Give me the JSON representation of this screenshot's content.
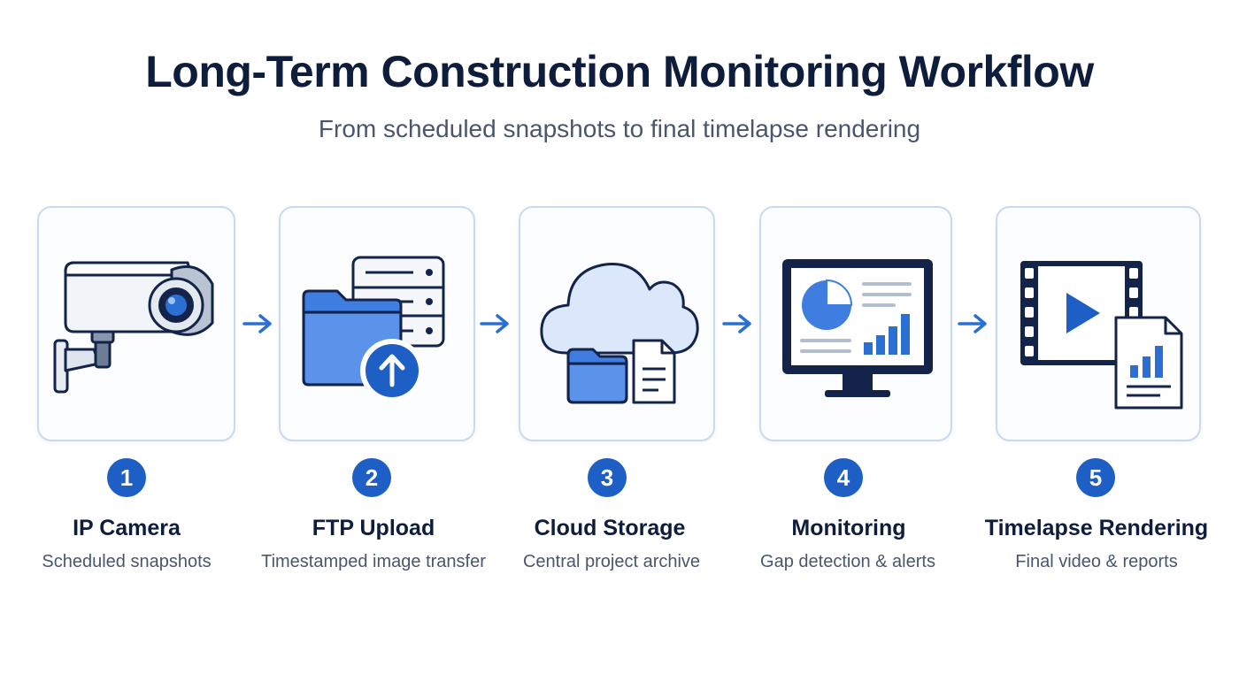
{
  "header": {
    "title": "Long-Term Construction Monitoring Workflow",
    "subtitle": "From scheduled snapshots to final timelapse rendering"
  },
  "colors": {
    "navy": "#0f1d3d",
    "accent_blue": "#1d5fc4",
    "light_blue": "#dbe7fa",
    "card_border": "#c9d9f1"
  },
  "steps": [
    {
      "number": "1",
      "title": "IP Camera",
      "description": "Scheduled snapshots",
      "icon": "security-camera-icon"
    },
    {
      "number": "2",
      "title": "FTP Upload",
      "description": "Timestamped image transfer",
      "icon": "folder-upload-server-icon"
    },
    {
      "number": "3",
      "title": "Cloud Storage",
      "description": "Central project archive",
      "icon": "cloud-folder-document-icon"
    },
    {
      "number": "4",
      "title": "Monitoring",
      "description": "Gap detection & alerts",
      "icon": "monitor-dashboard-icon"
    },
    {
      "number": "5",
      "title": "Timelapse Rendering",
      "description": "Final video & reports",
      "icon": "film-report-icon"
    }
  ]
}
